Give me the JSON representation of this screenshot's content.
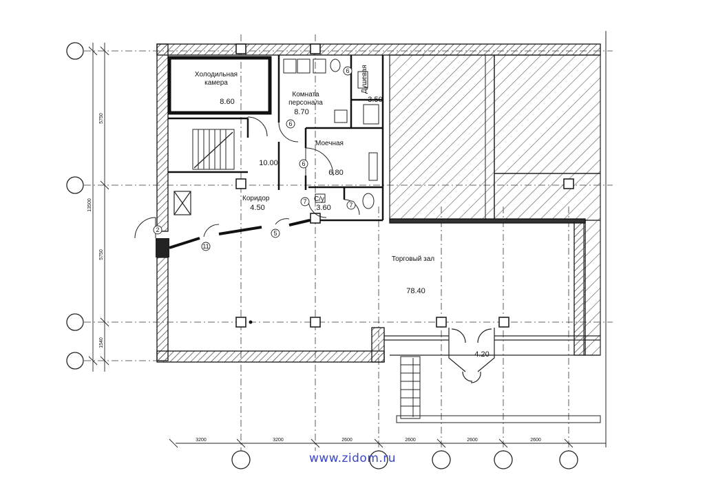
{
  "rooms": {
    "cold_room": {
      "name_line1": "Холодильная",
      "name_line2": "камера",
      "area": "8.60"
    },
    "staff_room": {
      "name_line1": "Комната",
      "name_line2": "персонала",
      "area": "8.70"
    },
    "shower": {
      "name": "Душевая",
      "area": "3.50"
    },
    "washing": {
      "name": "Моечная",
      "area": "6.80"
    },
    "stair_room": {
      "area": "10.00"
    },
    "corridor": {
      "name": "Коридор",
      "area": "4.50"
    },
    "wc": {
      "name": "С/у",
      "area": "3.60"
    },
    "sales_hall": {
      "name": "Торговый зал",
      "area": "78.40"
    },
    "vestibule": {
      "area": "4.20"
    }
  },
  "door_marks": [
    "6",
    "6",
    "6",
    "7",
    "7",
    "2",
    "11",
    "5"
  ],
  "dimensions": {
    "horizontal": [
      "3200",
      "3200",
      "2600",
      "2600",
      "2600",
      "2600"
    ],
    "vertical": [
      "5750",
      "5750",
      "1540"
    ],
    "overall_vertical": "13500"
  },
  "watermark": "www.zidom.ru",
  "colors": {
    "line": "#1a1a1a",
    "hatch": "#555555",
    "watermark": "#3a46c8"
  }
}
